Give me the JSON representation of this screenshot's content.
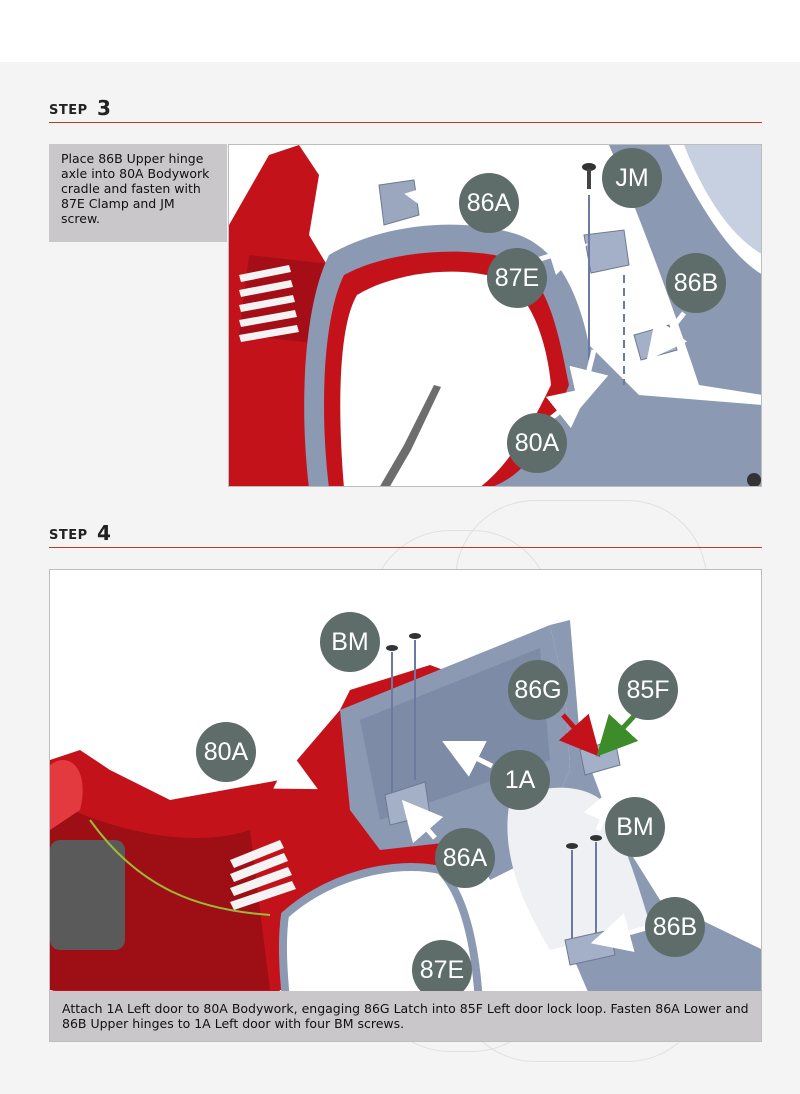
{
  "step3": {
    "word": "STEP",
    "number": "3",
    "instruction": "Place 86B Upper hinge axle into 80A Bodywork cradle and fasten with 87E Clamp and JM screw.",
    "callouts": [
      "JM",
      "86A",
      "87E",
      "86B",
      "80A"
    ]
  },
  "step4": {
    "word": "STEP",
    "number": "4",
    "instruction": "Attach 1A Left door to 80A Bodywork, engaging 86G Latch into 85F Left door lock loop. Fasten 86A Lower and 86B Upper hinges to 1A Left door with four BM screws.",
    "callouts": [
      "BM",
      "86G",
      "85F",
      "80A",
      "1A",
      "BM",
      "86A",
      "86B",
      "87E"
    ]
  },
  "colors": {
    "accent_rule": "#c0392b",
    "callout_fill": "#5e6d6a",
    "body_red": "#c4121b",
    "part_blue": "#8b99b3",
    "arrow_green": "#3c8c2a",
    "caption_bg": "#c9c7ca"
  }
}
